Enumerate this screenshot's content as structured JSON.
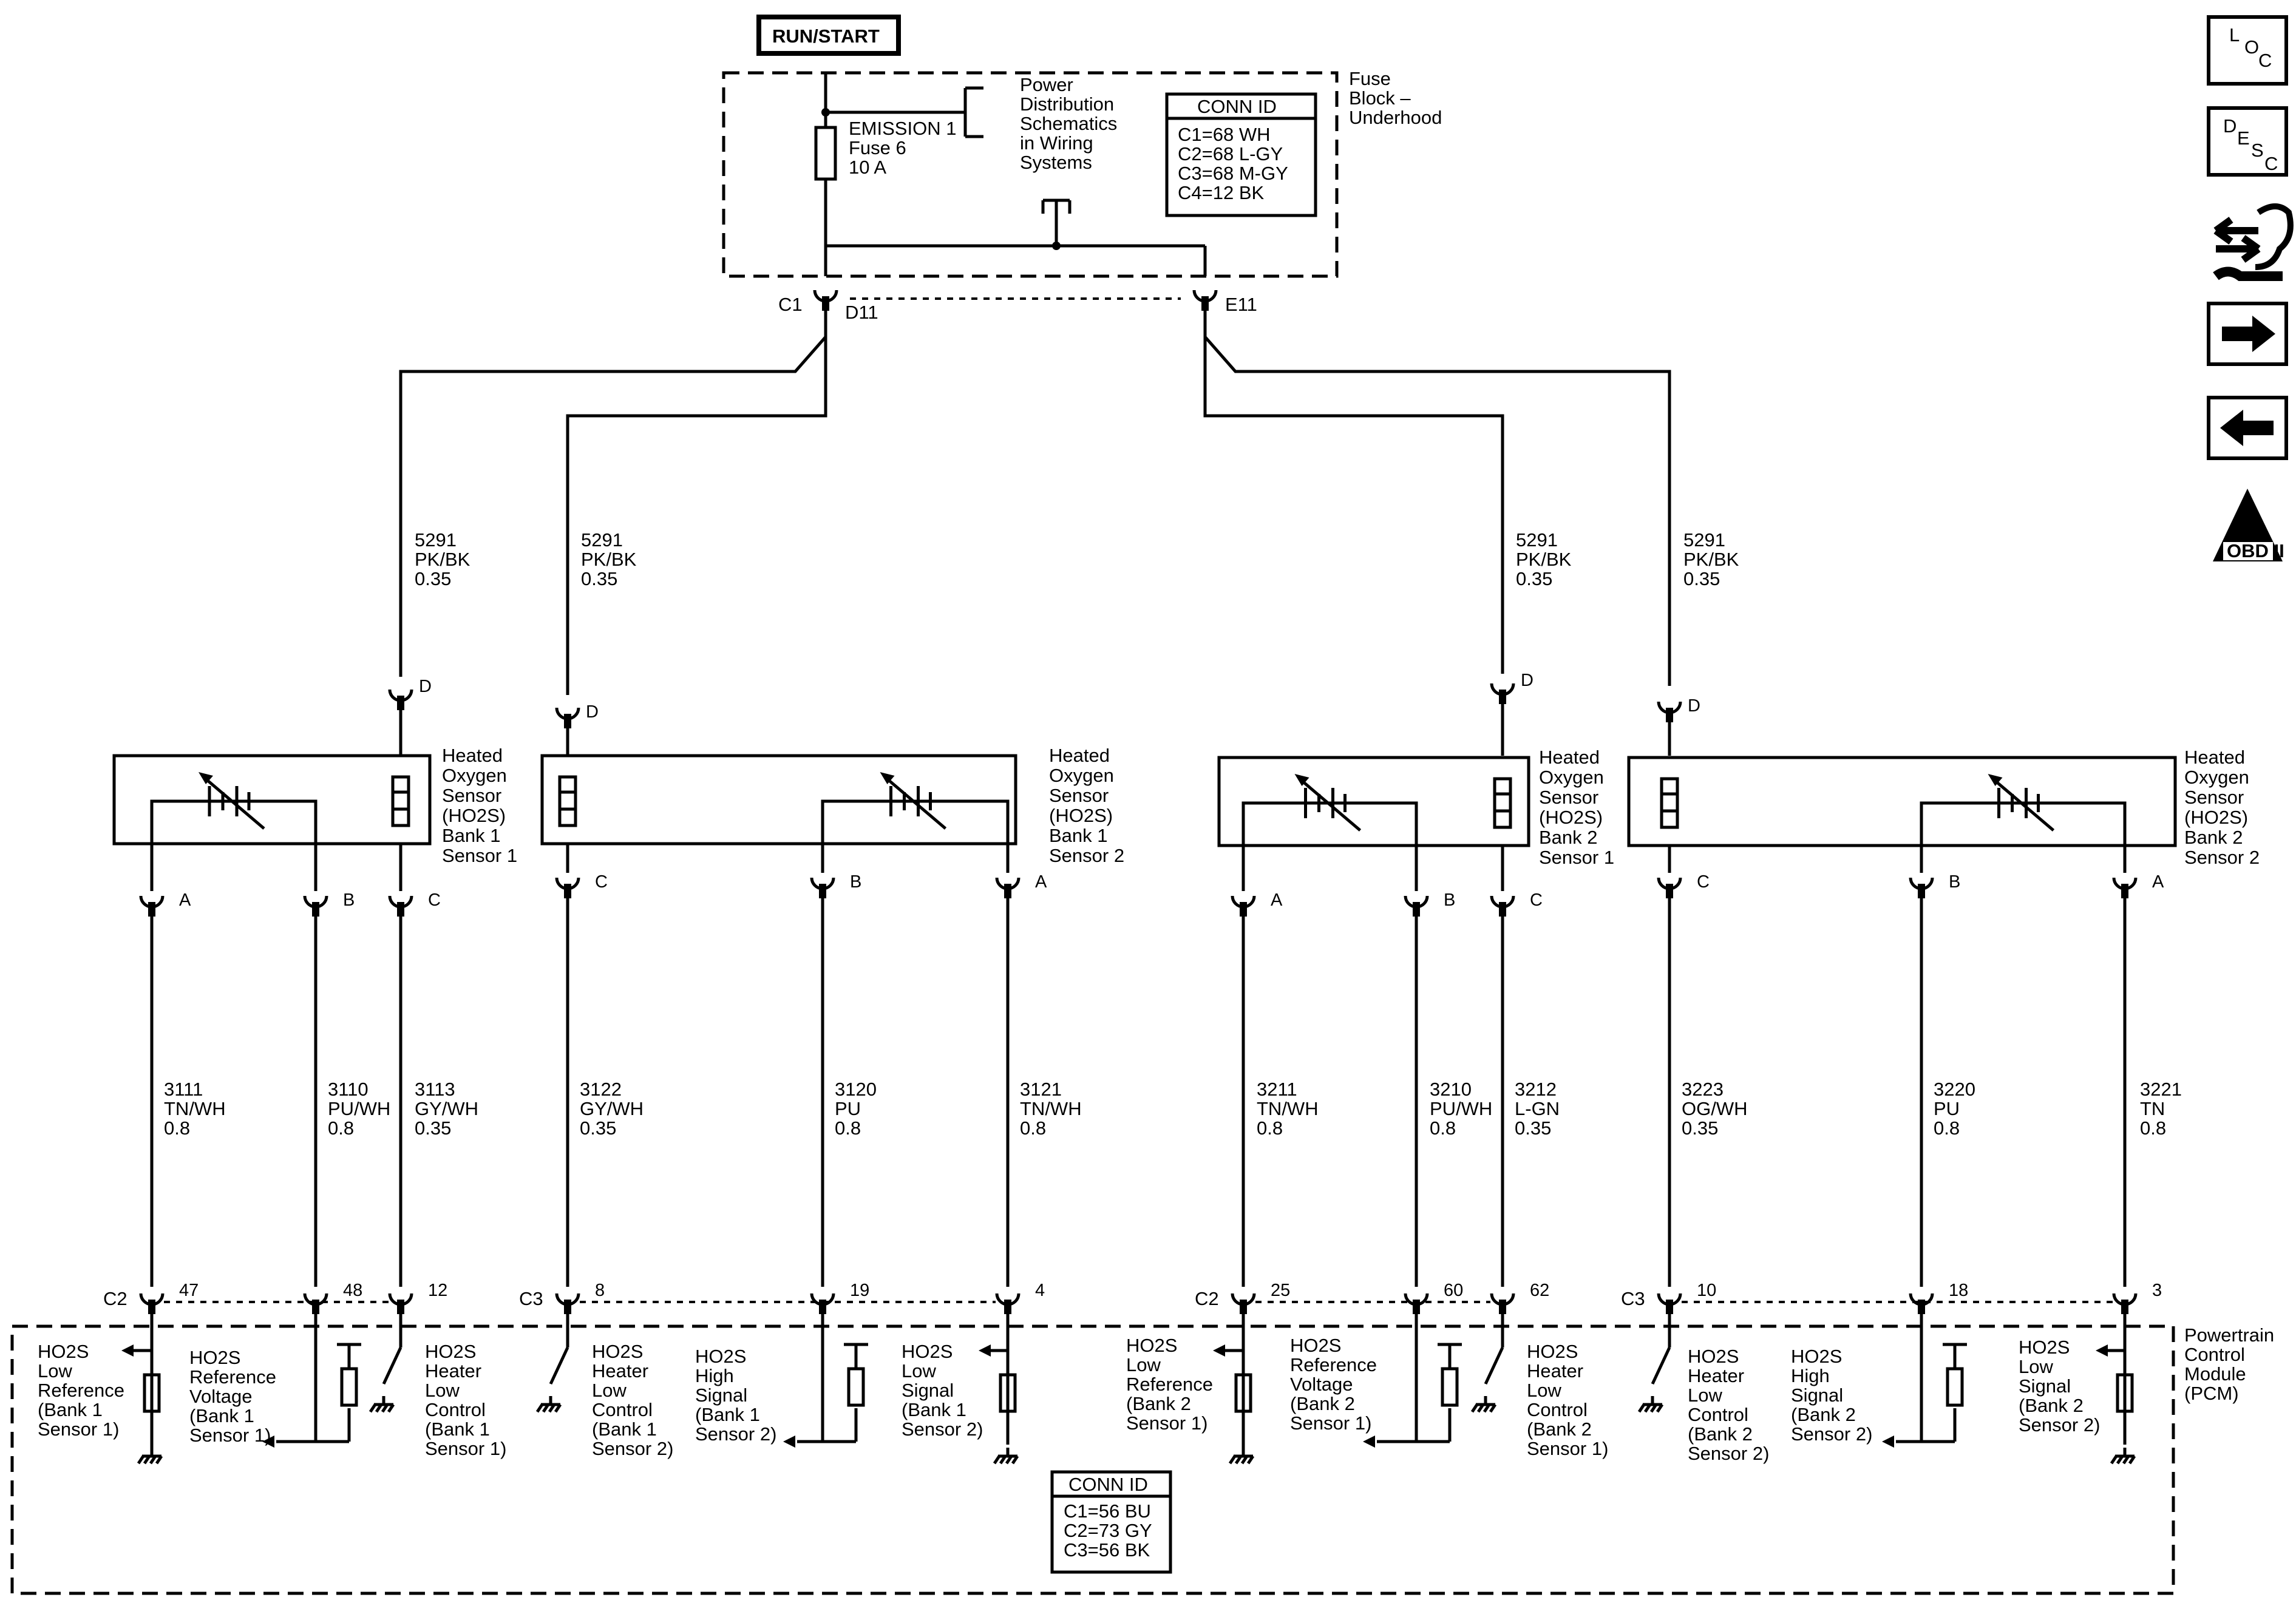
{
  "power": {
    "label": "RUN/START"
  },
  "fuse_block": {
    "name": [
      "Fuse",
      "Block –",
      "Underhood"
    ],
    "fuse": [
      "EMISSION 1",
      "Fuse 6",
      "10 A"
    ],
    "ref": [
      "Power",
      "Distribution",
      "Schematics",
      "in Wiring",
      "Systems"
    ],
    "conn_title": "CONN ID",
    "conn_lines": [
      "C1=68 WH",
      "C2=68 L-GY",
      "C3=68 M-GY",
      "C4=12 BK"
    ],
    "c1": "C1",
    "d11": "D11",
    "e11": "E11"
  },
  "supply_wires": [
    {
      "circuit": "5291",
      "color": "PK/BK",
      "size": "0.35",
      "pin": "D"
    },
    {
      "circuit": "5291",
      "color": "PK/BK",
      "size": "0.35",
      "pin": "D"
    },
    {
      "circuit": "5291",
      "color": "PK/BK",
      "size": "0.35",
      "pin": "D"
    },
    {
      "circuit": "5291",
      "color": "PK/BK",
      "size": "0.35",
      "pin": "D"
    }
  ],
  "sensors": [
    {
      "lines": [
        "Heated",
        "Oxygen",
        "Sensor",
        "(HO2S)",
        "Bank 1",
        "Sensor 1"
      ]
    },
    {
      "lines": [
        "Heated",
        "Oxygen",
        "Sensor",
        "(HO2S)",
        "Bank 1",
        "Sensor 2"
      ]
    },
    {
      "lines": [
        "Heated",
        "Oxygen",
        "Sensor",
        "(HO2S)",
        "Bank 2",
        "Sensor 1"
      ]
    },
    {
      "lines": [
        "Heated",
        "Oxygen",
        "Sensor",
        "(HO2S)",
        "Bank 2",
        "Sensor 2"
      ]
    }
  ],
  "wires": [
    {
      "sensor_pin": "A",
      "circuit": "3111",
      "color": "TN/WH",
      "size": "0.8",
      "pcm_pin": "47"
    },
    {
      "sensor_pin": "B",
      "circuit": "3110",
      "color": "PU/WH",
      "size": "0.8",
      "pcm_pin": "48"
    },
    {
      "sensor_pin": "C",
      "circuit": "3113",
      "color": "GY/WH",
      "size": "0.35",
      "pcm_pin": "12"
    },
    {
      "sensor_pin": "C",
      "circuit": "3122",
      "color": "GY/WH",
      "size": "0.35",
      "pcm_pin": "8"
    },
    {
      "sensor_pin": "B",
      "circuit": "3120",
      "color": "PU",
      "size": "0.8",
      "pcm_pin": "19"
    },
    {
      "sensor_pin": "A",
      "circuit": "3121",
      "color": "TN/WH",
      "size": "0.8",
      "pcm_pin": "4"
    },
    {
      "sensor_pin": "A",
      "circuit": "3211",
      "color": "TN/WH",
      "size": "0.8",
      "pcm_pin": "25"
    },
    {
      "sensor_pin": "B",
      "circuit": "3210",
      "color": "PU/WH",
      "size": "0.8",
      "pcm_pin": "60"
    },
    {
      "sensor_pin": "C",
      "circuit": "3212",
      "color": "L-GN",
      "size": "0.35",
      "pcm_pin": "62"
    },
    {
      "sensor_pin": "C",
      "circuit": "3223",
      "color": "OG/WH",
      "size": "0.35",
      "pcm_pin": "10"
    },
    {
      "sensor_pin": "B",
      "circuit": "3220",
      "color": "PU",
      "size": "0.8",
      "pcm_pin": "18"
    },
    {
      "sensor_pin": "A",
      "circuit": "3221",
      "color": "TN",
      "size": "0.8",
      "pcm_pin": "3"
    }
  ],
  "pcm_connectors": [
    "C2",
    "C3",
    "C2",
    "C3"
  ],
  "pcm_functions": [
    [
      "HO2S",
      "Low",
      "Reference",
      "(Bank 1",
      "Sensor 1)"
    ],
    [
      "HO2S",
      "Reference",
      "Voltage",
      "(Bank 1",
      "Sensor 1)"
    ],
    [
      "HO2S",
      "Heater",
      "Low",
      "Control",
      "(Bank 1",
      "Sensor 1)"
    ],
    [
      "HO2S",
      "Heater",
      "Low",
      "Control",
      "(Bank 1",
      "Sensor 2)"
    ],
    [
      "HO2S",
      "High",
      "Signal",
      "(Bank 1",
      "Sensor 2)"
    ],
    [
      "HO2S",
      "Low",
      "Signal",
      "(Bank 1",
      "Sensor 2)"
    ],
    [
      "HO2S",
      "Low",
      "Reference",
      "(Bank 2",
      "Sensor 1)"
    ],
    [
      "HO2S",
      "Reference",
      "Voltage",
      "(Bank 2",
      "Sensor 1)"
    ],
    [
      "HO2S",
      "Heater",
      "Low",
      "Control",
      "(Bank 2",
      "Sensor 1)"
    ],
    [
      "HO2S",
      "Heater",
      "Low",
      "Control",
      "(Bank 2",
      "Sensor 2)"
    ],
    [
      "HO2S",
      "High",
      "Signal",
      "(Bank 2",
      "Sensor 2)"
    ],
    [
      "HO2S",
      "Low",
      "Signal",
      "(Bank 2",
      "Sensor 2)"
    ]
  ],
  "pcm": {
    "name": [
      "Powertrain",
      "Control",
      "Module",
      "(PCM)"
    ],
    "conn_title": "CONN ID",
    "conn_lines": [
      "C1=56 BU",
      "C2=73 GY",
      "C3=56 BK"
    ]
  },
  "sidebar": {
    "loc": [
      "L",
      "O",
      "C"
    ],
    "desc": [
      "D",
      "E",
      "S",
      "C"
    ],
    "obd_top": "II",
    "obd_bottom": "OBD II"
  }
}
